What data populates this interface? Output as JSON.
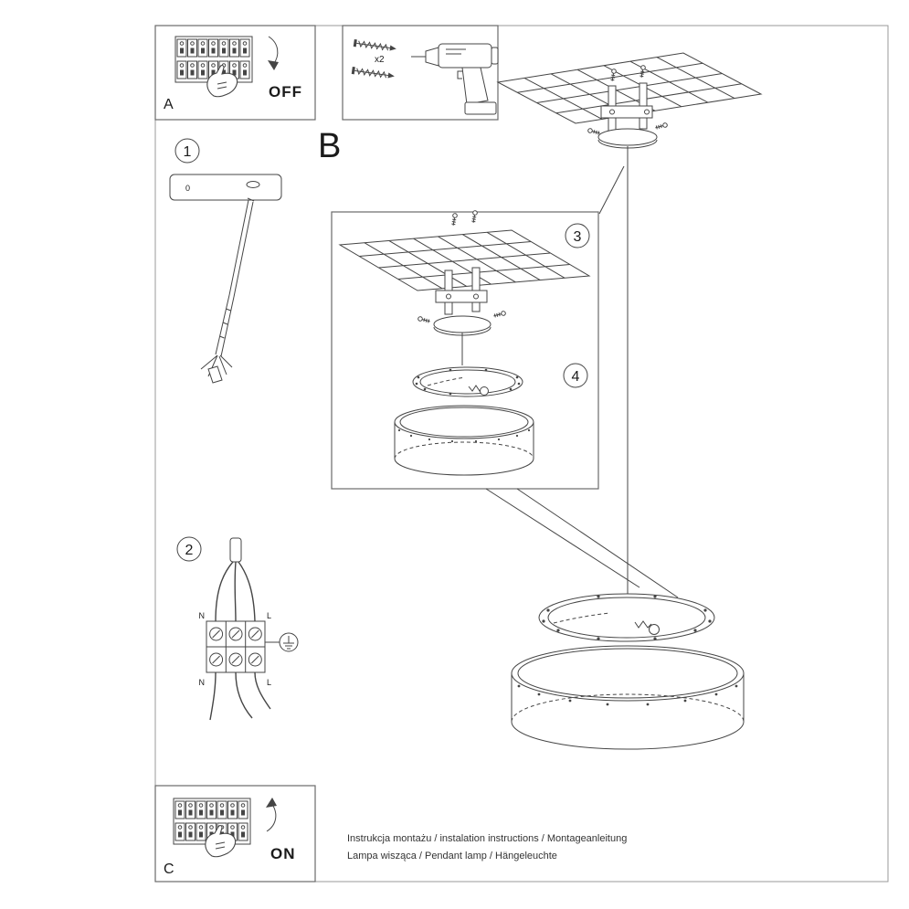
{
  "doc": {
    "panel_a": {
      "label": "A",
      "state": "OFF"
    },
    "panel_c": {
      "label": "C",
      "state": "ON"
    },
    "tools": {
      "count": "x2"
    },
    "section_label": "B",
    "steps": {
      "one": "1",
      "two": "2",
      "three": "3",
      "four": "4"
    },
    "plate_mark": "0",
    "wiring": {
      "n_top": "N",
      "l_top": "L",
      "n_bottom": "N",
      "l_bottom": "L"
    },
    "footer": {
      "line1": "Instrukcja montażu / instalation instructions / Montageanleitung",
      "line2": "Lampa wisząca / Pendant lamp / Hängeleuchte"
    }
  }
}
